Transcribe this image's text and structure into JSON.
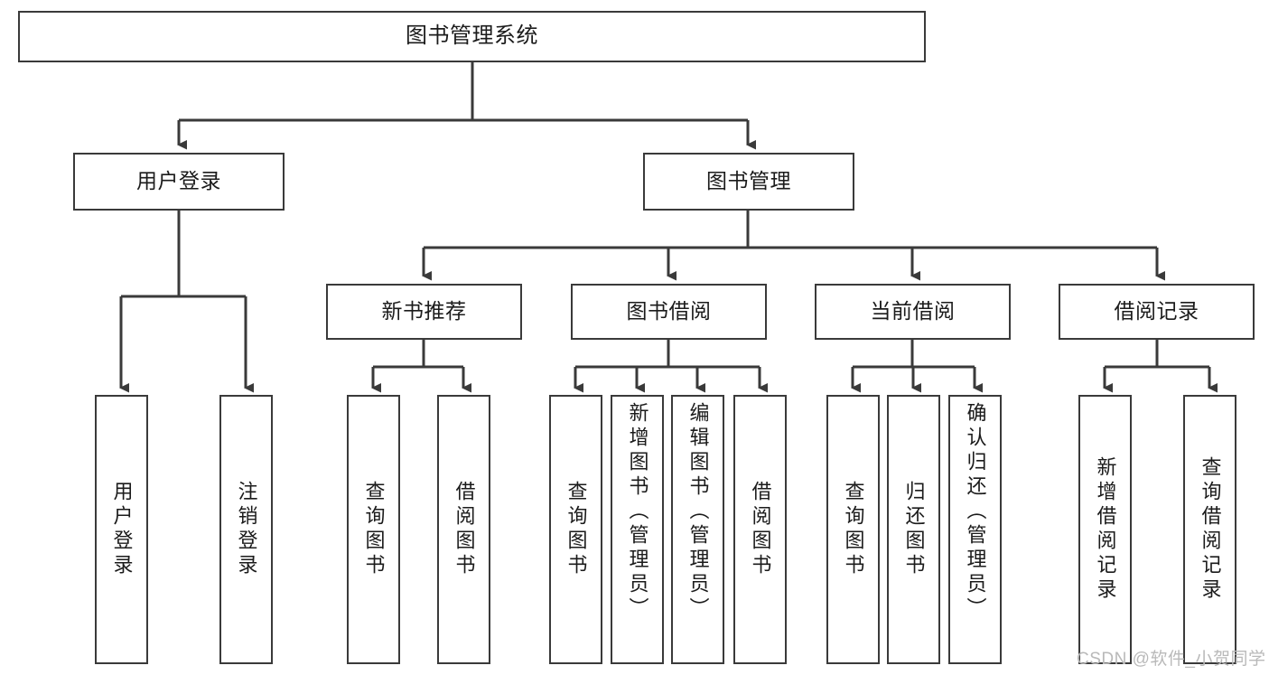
{
  "diagram": {
    "type": "tree-hierarchy-flowchart",
    "title": "图书管理系统",
    "colors": {
      "box_border": "#3a3a3a",
      "box_fill": "#ffffff",
      "edge": "#3a3a3a",
      "text": "#1b1b1b",
      "watermark": "#b9b9b9",
      "background": "#ffffff"
    },
    "levels": {
      "level1": [
        {
          "id": "root",
          "label": "图书管理系统",
          "orientation": "horizontal"
        }
      ],
      "level2": [
        {
          "id": "user-login",
          "label": "用户登录",
          "orientation": "horizontal",
          "parent": "root"
        },
        {
          "id": "book-management",
          "label": "图书管理",
          "orientation": "horizontal",
          "parent": "root"
        }
      ],
      "level3": [
        {
          "id": "new-book-recommend",
          "label": "新书推荐",
          "orientation": "horizontal",
          "parent": "book-management"
        },
        {
          "id": "book-borrow",
          "label": "图书借阅",
          "orientation": "horizontal",
          "parent": "book-management"
        },
        {
          "id": "current-borrow",
          "label": "当前借阅",
          "orientation": "horizontal",
          "parent": "book-management"
        },
        {
          "id": "borrow-records",
          "label": "借阅记录",
          "orientation": "horizontal",
          "parent": "book-management"
        }
      ],
      "level4": [
        {
          "id": "leaf-user-login",
          "label": "用户登录",
          "orientation": "vertical",
          "parent": "user-login"
        },
        {
          "id": "leaf-logout-login",
          "label": "注销登录",
          "orientation": "vertical",
          "parent": "user-login"
        },
        {
          "id": "leaf-query-books-recommend",
          "label": "查询图书",
          "orientation": "vertical",
          "parent": "new-book-recommend"
        },
        {
          "id": "leaf-borrow-books-recommend",
          "label": "借阅图书",
          "orientation": "vertical",
          "parent": "new-book-recommend"
        },
        {
          "id": "leaf-query-books-borrow",
          "label": "查询图书",
          "orientation": "vertical",
          "parent": "book-borrow"
        },
        {
          "id": "leaf-add-book-admin",
          "label": "新增图书（管理员）",
          "orientation": "vertical",
          "parent": "book-borrow"
        },
        {
          "id": "leaf-edit-book-admin",
          "label": "编辑图书（管理员）",
          "orientation": "vertical",
          "parent": "book-borrow"
        },
        {
          "id": "leaf-borrow-books",
          "label": "借阅图书",
          "orientation": "vertical",
          "parent": "book-borrow"
        },
        {
          "id": "leaf-query-books-current",
          "label": "查询图书",
          "orientation": "vertical",
          "parent": "current-borrow"
        },
        {
          "id": "leaf-return-books",
          "label": "归还图书",
          "orientation": "vertical",
          "parent": "current-borrow"
        },
        {
          "id": "leaf-confirm-return-admin",
          "label": "确认归还（管理员）",
          "orientation": "vertical",
          "parent": "current-borrow"
        },
        {
          "id": "leaf-add-borrow-record",
          "label": "新增借阅记录",
          "orientation": "vertical",
          "parent": "borrow-records"
        },
        {
          "id": "leaf-query-borrow-record",
          "label": "查询借阅记录",
          "orientation": "vertical",
          "parent": "borrow-records"
        }
      ]
    }
  },
  "watermark": {
    "text": "CSDN @软件_小贺同学"
  }
}
